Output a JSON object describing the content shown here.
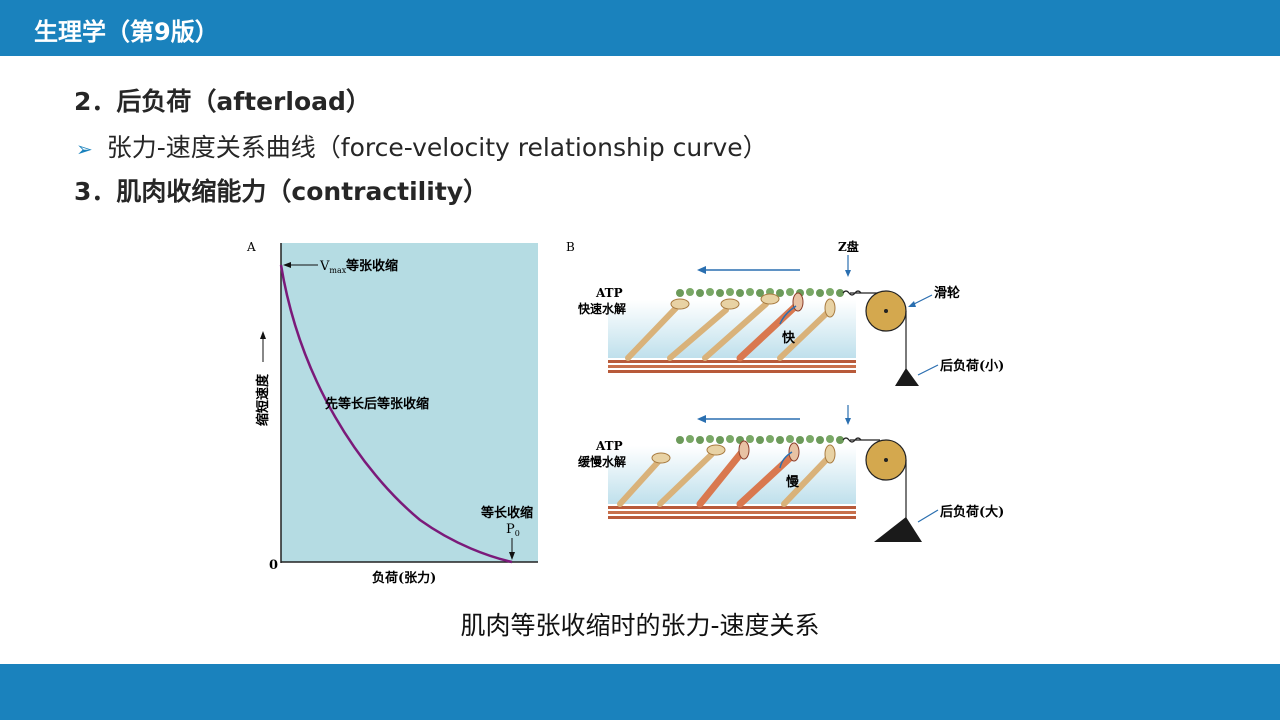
{
  "header": {
    "title": "生理学（第9版）"
  },
  "content": {
    "heading2": "2．后负荷（afterload）",
    "bullet": "张力-速度关系曲线（force-velocity relationship curve）",
    "heading3": "3．肌肉收缩能力（contractility）"
  },
  "figure": {
    "caption": "肌肉等张收缩时的张力-速度关系",
    "panelA": {
      "label": "A",
      "vmax": "V",
      "vmax_sub": "max",
      "vmax_note": "等张收缩",
      "ylabel": "缩短速度",
      "xlabel": "负荷(张力)",
      "origin": "0",
      "curve_label": "先等长后等张收缩",
      "end_label": "等长收缩",
      "p0": "P",
      "p0_sub": "0"
    },
    "panelB": {
      "label": "B",
      "zdisk": "Z盘",
      "pulley": "滑轮",
      "top": {
        "atp": "ATP",
        "atp_desc": "快速水解",
        "speed": "快",
        "load": "后负荷(小)"
      },
      "bottom": {
        "atp": "ATP",
        "atp_desc": "缓慢水解",
        "speed": "慢",
        "load": "后负荷(大)"
      }
    }
  }
}
